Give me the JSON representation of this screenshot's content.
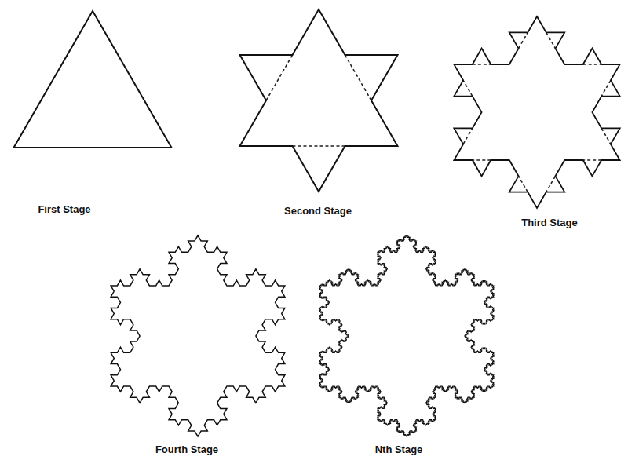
{
  "diagram": {
    "labels": [
      "First Stage",
      "Second Stage",
      "Third Stage",
      "Fourth Stage",
      "Nth Stage"
    ]
  }
}
